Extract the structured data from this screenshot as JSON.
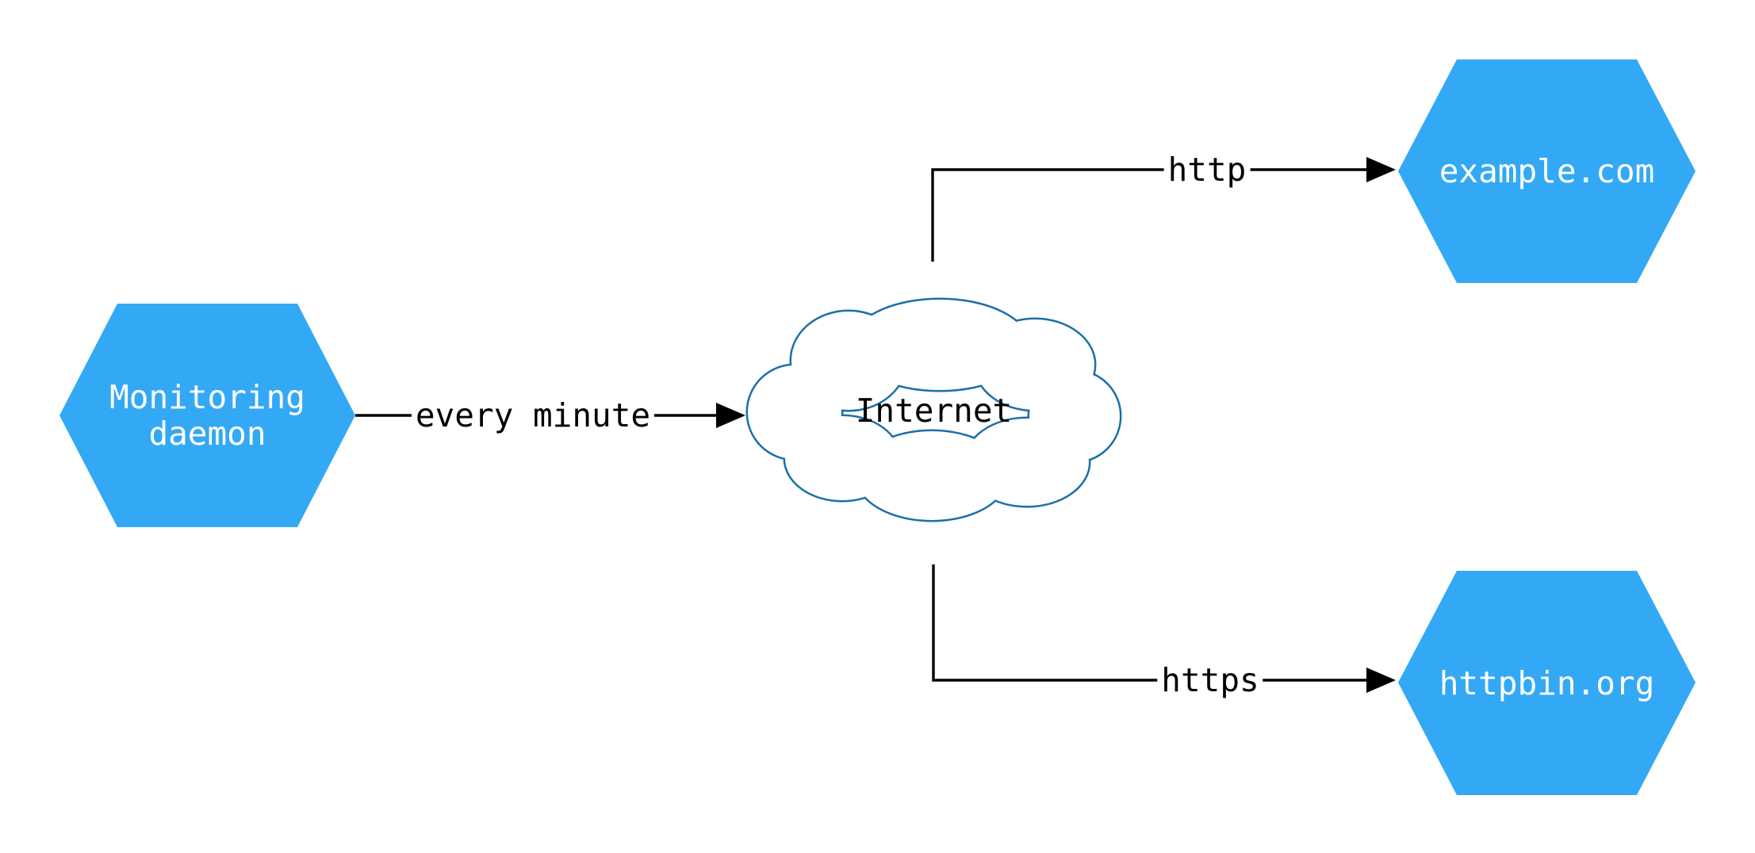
{
  "diagram": {
    "type": "network-diagram",
    "background_color": "#ffffff",
    "colors": {
      "hexagon_fill": "#33a9f5",
      "hexagon_text": "#ffffff",
      "cloud_stroke": "#1b6fa8",
      "cloud_fill": "#ffffff",
      "edge_line": "#000000",
      "edge_label_text": "#000000"
    },
    "nodes": [
      {
        "id": "monitoring-daemon",
        "shape": "hexagon",
        "label": "Monitoring daemon",
        "label_lines": [
          "Monitoring",
          "daemon"
        ]
      },
      {
        "id": "internet",
        "shape": "cloud",
        "label": "Internet"
      },
      {
        "id": "example-com",
        "shape": "hexagon",
        "label": "example.com"
      },
      {
        "id": "httpbin-org",
        "shape": "hexagon",
        "label": "httpbin.org"
      }
    ],
    "edges": [
      {
        "from": "monitoring-daemon",
        "to": "internet",
        "label": "every minute"
      },
      {
        "from": "internet",
        "to": "example-com",
        "label": "http"
      },
      {
        "from": "internet",
        "to": "httpbin-org",
        "label": "https"
      }
    ]
  }
}
